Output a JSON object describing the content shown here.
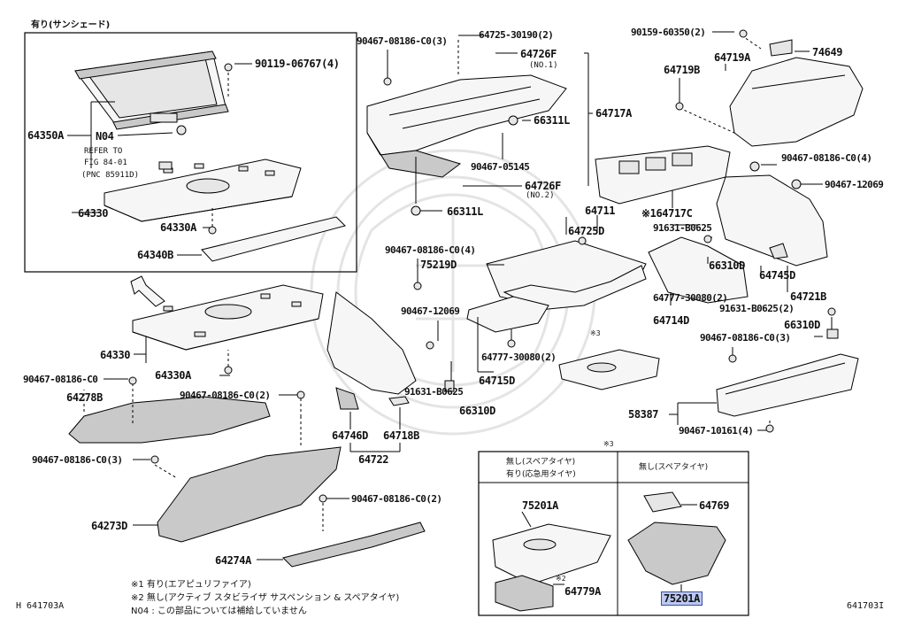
{
  "header": {
    "sunshade_box_title": "有り(サンシェード)"
  },
  "labels": {
    "p90119": "90119-06767(4)",
    "p64350A": "64350A",
    "n04": "N04",
    "refer1": "REFER TO",
    "refer2": "FIG 84-01",
    "refer3": "(PNC 85911D)",
    "p64330_top": "64330",
    "p64330A_top": "64330A",
    "p64340B": "64340B",
    "p90467_c3_a": "90467-08186-C0(3)",
    "p64725": "64725-30190(2)",
    "p64726F_a": "64726F",
    "no1": "(NO.1)",
    "p66311L_a": "66311L",
    "p64717A": "64717A",
    "p90467_05145": "90467-05145",
    "p64726F_b": "64726F",
    "no2": "(NO.2)",
    "p66311L_b": "66311L",
    "p90159": "90159-60350(2)",
    "p74649": "74649",
    "p64719B": "64719B",
    "p64719A": "64719A",
    "p90467_c4_a": "90467-08186-C0(4)",
    "p90467_12069_a": "90467-12069",
    "p164717C": "※164717C",
    "p64711": "64711",
    "p91631_b0625_a": "91631-B0625",
    "p64725D": "64725D",
    "p90467_c4_b": "90467-08186-C0(4)",
    "p75219D": "75219D",
    "p66310D_a": "66310D",
    "p64745D": "64745D",
    "p64721B": "64721B",
    "p64777_a": "64777-30080(2)",
    "p64714D": "64714D",
    "p91631_b0625_2": "91631-B0625(2)",
    "p66310D_b": "66310D",
    "p90467_c3_b": "90467-08186-C0(3)",
    "p90467_12069_b": "90467-12069",
    "p64777_b": "64777-30080(2)",
    "p64715D": "64715D",
    "p91631_b0625_b": "91631-B0625",
    "p66310D_c": "66310D",
    "mark3_a": "※3",
    "p64330_mid": "64330",
    "p64330A_mid": "64330A",
    "p90467_c0": "90467-08186-C0",
    "p64278B": "64278B",
    "p90467_c2_a": "90467-08186-C0(2)",
    "p64746D": "64746D",
    "p64718B": "64718B",
    "p64722": "64722",
    "p58387": "58387",
    "p90467_10161": "90467-10161(4)",
    "p90467_c3_c": "90467-08186-C0(3)",
    "p64273D": "64273D",
    "p90467_c2_b": "90467-08186-C0(2)",
    "p64274A": "64274A",
    "mark3_b": "※3",
    "box_left_h1": "無し(スペアタイヤ)",
    "box_left_h2": "有り(応急用タイヤ)",
    "box_right_h": "無し(スペアタイヤ)",
    "p75201A_a": "75201A",
    "p64769": "64769",
    "mark2": "※2",
    "p64779A": "64779A",
    "p75201A_b": "75201A"
  },
  "footer": {
    "note1": "※1  有り(エアピュリファイア)",
    "note2": "※2  無し(アクティブ スタビライザ サスペンション & スペアタイヤ)",
    "note3": "N04 : この部品については補給していません",
    "fig_left": "H 641703A",
    "fig_right": "641703I"
  },
  "colors": {
    "highlight_fill": "#bcc8f2",
    "highlight_border": "#3a4fa0",
    "line": "#000000"
  }
}
